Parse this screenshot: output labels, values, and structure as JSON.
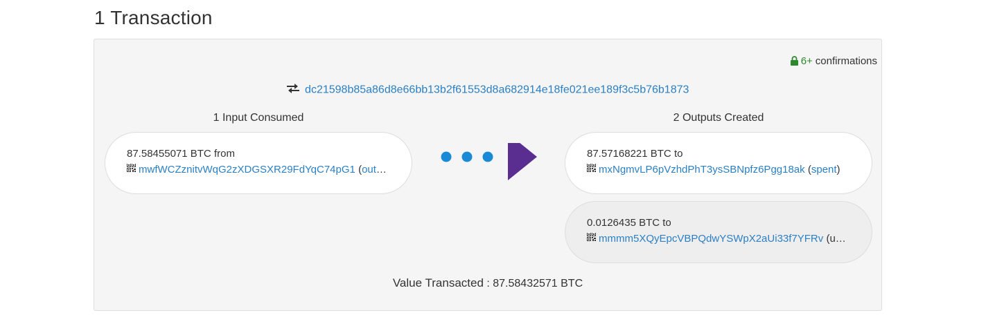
{
  "page_title": "1 Transaction",
  "confirmations": {
    "count": "6+",
    "label": "confirmations"
  },
  "txid": "dc21598b85a86d8e66bb13b2f61553d8a682914e18fe021ee189f3c5b76b1873",
  "inputs": {
    "heading": "1 Input Consumed",
    "items": [
      {
        "amount": "87.58455071 BTC",
        "direction": "from",
        "address": "mwfWCZznitvWqG2zXDGSXR29FdYqC74pG1",
        "status": "output"
      }
    ]
  },
  "outputs": {
    "heading": "2 Outputs Created",
    "items": [
      {
        "amount": "87.57168221 BTC",
        "direction": "to",
        "address": "mxNgmvLP6pVzhdPhT3ysSBNpfz6Pgg18ak",
        "status": "spent"
      },
      {
        "amount": "0.0126435 BTC",
        "direction": "to",
        "address": "mmmm5XQyEpcVBPQdwYSWpX2aUi33f7YFRv",
        "status": "uns…"
      }
    ]
  },
  "value_transacted": {
    "label": "Value Transacted",
    "separator": " : ",
    "value": "87.58432571 BTC"
  },
  "colors": {
    "link": "#2b7fc3",
    "dots": "#1a8ad6",
    "arrow": "#5a2d91",
    "confirm": "#2b8a2b"
  },
  "icons": [
    "lock-icon",
    "exchange-icon",
    "qr-icon",
    "arrow-right-icon"
  ]
}
